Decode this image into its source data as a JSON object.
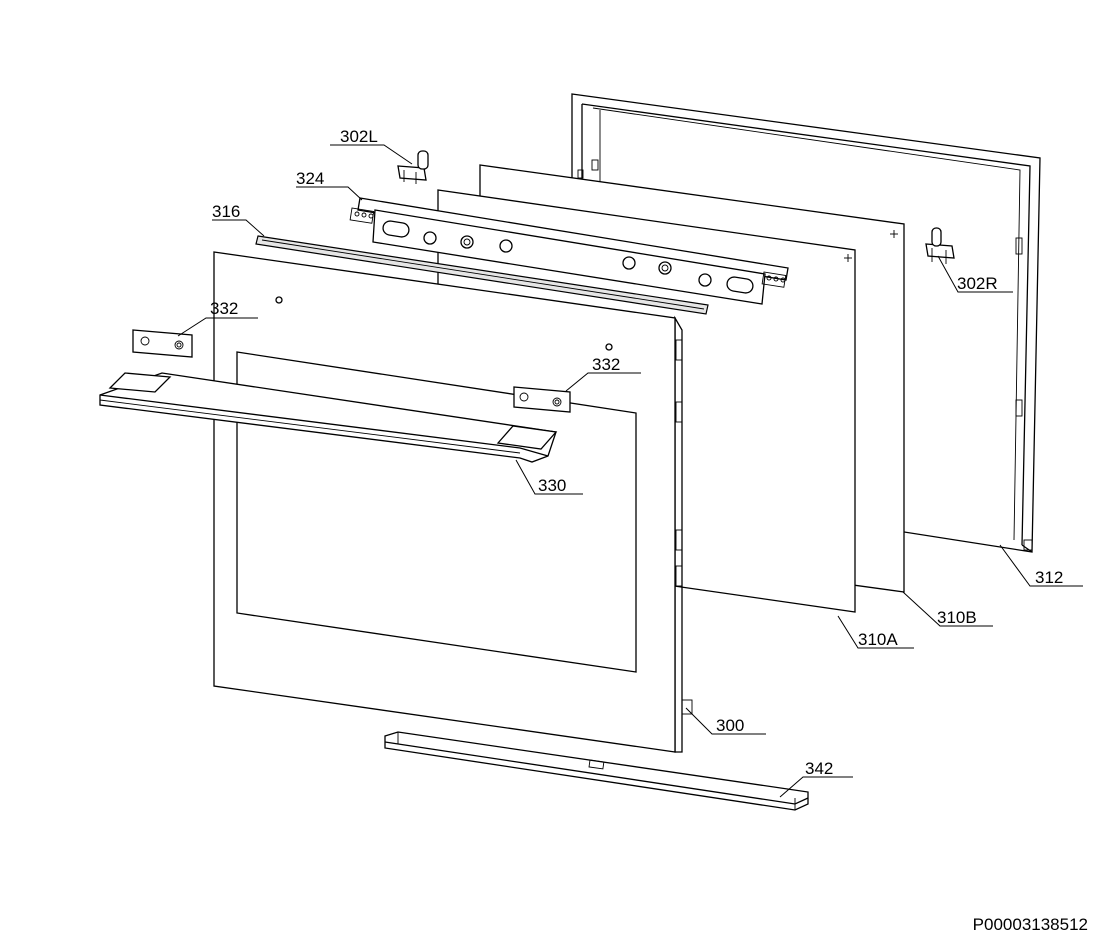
{
  "labels": {
    "l302L": "302L",
    "l324": "324",
    "l316": "316",
    "l332a": "332",
    "l332b": "332",
    "l330": "330",
    "l302R": "302R",
    "l312": "312",
    "l310B": "310B",
    "l310A": "310A",
    "l300": "300",
    "l342": "342"
  },
  "document_code": "P00003138512"
}
